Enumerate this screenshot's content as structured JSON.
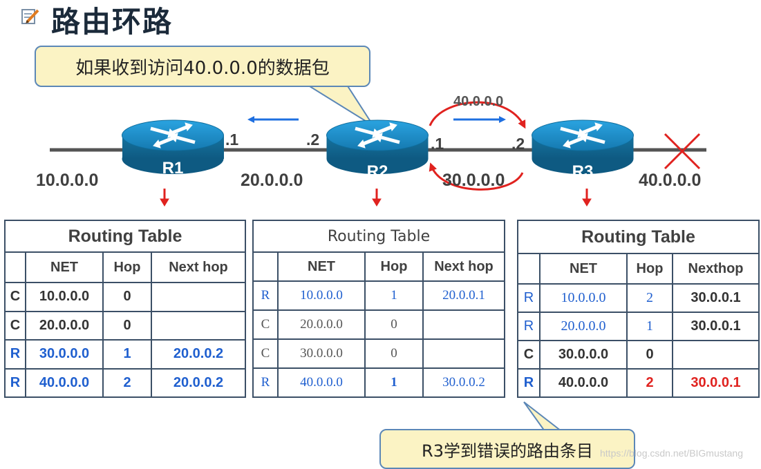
{
  "title": "路由环路",
  "callouts": {
    "top": "如果收到访问40.0.0.0的数据包",
    "bottom": "R3学到错误的路由条目"
  },
  "topology": {
    "networks": [
      "10.0.0.0",
      "20.0.0.0",
      "30.0.0.0",
      "40.0.0.0"
    ],
    "routers": [
      "R1",
      "R2",
      "R3"
    ],
    "ports": [
      ".1",
      ".2",
      ".1",
      ".2"
    ],
    "loop_label": "40.0.0.0"
  },
  "colors": {
    "link_line": "#545454",
    "router_body": "#1a7fb4",
    "arrow_blue": "#1e6fe0",
    "arrow_red": "#e0221f",
    "callout_fill": "#fbf3c4",
    "callout_border": "#5b87b7",
    "table_border": "#3b4f66"
  },
  "tables": [
    {
      "caption": "Routing Table",
      "headers": [
        "",
        "NET",
        "Hop",
        "Next hop"
      ],
      "rows": [
        {
          "type": "C",
          "net": "10.0.0.0",
          "hop": "0",
          "next": "",
          "color": "black"
        },
        {
          "type": "C",
          "net": "20.0.0.0",
          "hop": "0",
          "next": "",
          "color": "black"
        },
        {
          "type": "R",
          "net": "30.0.0.0",
          "hop": "1",
          "next": "20.0.0.2",
          "color": "blue"
        },
        {
          "type": "R",
          "net": "40.0.0.0",
          "hop": "2",
          "next": "20.0.0.2",
          "color": "blue"
        }
      ]
    },
    {
      "caption": "Routing Table",
      "headers": [
        "",
        "NET",
        "Hop",
        "Next hop"
      ],
      "rows": [
        {
          "type": "R",
          "net": "10.0.0.0",
          "hop": "1",
          "next": "20.0.0.1",
          "color": "blue"
        },
        {
          "type": "C",
          "net": "20.0.0.0",
          "hop": "0",
          "next": "",
          "color": "gray"
        },
        {
          "type": "C",
          "net": "30.0.0.0",
          "hop": "0",
          "next": "",
          "color": "gray"
        },
        {
          "type": "R",
          "net": "40.0.0.0",
          "hop": "1",
          "next": "30.0.0.2",
          "color": "blue"
        }
      ]
    },
    {
      "caption": "Routing Table",
      "headers": [
        "",
        "NET",
        "Hop",
        "Nexthop"
      ],
      "rows": [
        {
          "type": "R",
          "net": "10.0.0.0",
          "hop": "2",
          "next": "30.0.0.1",
          "color": "blue"
        },
        {
          "type": "R",
          "net": "20.0.0.0",
          "hop": "1",
          "next": "30.0.0.1",
          "color": "blue"
        },
        {
          "type": "C",
          "net": "30.0.0.0",
          "hop": "0",
          "next": "",
          "color": "black"
        },
        {
          "type": "R",
          "net": "40.0.0.0",
          "hop": "2",
          "next": "30.0.0.1",
          "color": "mixed"
        }
      ]
    }
  ],
  "watermark": "https://blog.csdn.net/BIGmustang"
}
